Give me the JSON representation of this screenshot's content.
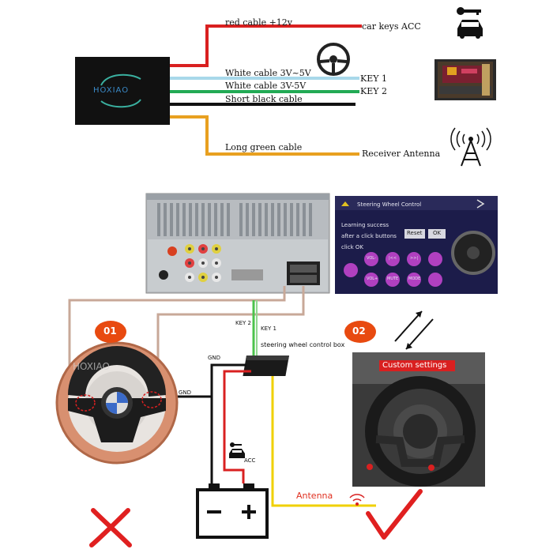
{
  "top_wiring": {
    "module_brand": "HOXIAO",
    "cables": [
      {
        "label": "red cable +12v",
        "target": "car keys ACC",
        "color": "#d92020"
      },
      {
        "label": "White cable  3V~5V",
        "target": "KEY 1",
        "color": "#a8d8ea"
      },
      {
        "label": "White cable  3V-5V",
        "target": "KEY 2",
        "color": "#22aa55"
      },
      {
        "label": "Short black cable",
        "target": "",
        "color": "#111111"
      },
      {
        "label": "Long green cable",
        "target": "Receiver Antenna",
        "color": "#e8a020"
      }
    ]
  },
  "screen": {
    "title": "Steering Wheel Control",
    "line1": "Learning success",
    "line2": "after a click buttons",
    "line3": "click OK",
    "reset_label": "Reset",
    "ok_label": "OK",
    "buttons": [
      "VOL-",
      "|<<",
      ">>|",
      "VOL+",
      "MUTE",
      "MODE"
    ]
  },
  "bottom_wiring": {
    "key2": "KEY 2",
    "key1": "KEY 1",
    "box_label": "steering wheel control box",
    "gnd_upper": "GND",
    "gnd_lower": "GND",
    "acc": "ACC",
    "antenna": "Antenna",
    "badge_left": "01",
    "badge_right": "02",
    "custom_settings": "Custom settings",
    "watermark": "HOXIAO"
  },
  "colors": {
    "red": "#d92020",
    "orange_badge": "#e84a10",
    "yellow": "#f0d000",
    "green": "#4cc34c",
    "tan_wire": "#c8a898",
    "screen_bg": "#1c1c4a",
    "purple_btn": "#b040c0"
  }
}
